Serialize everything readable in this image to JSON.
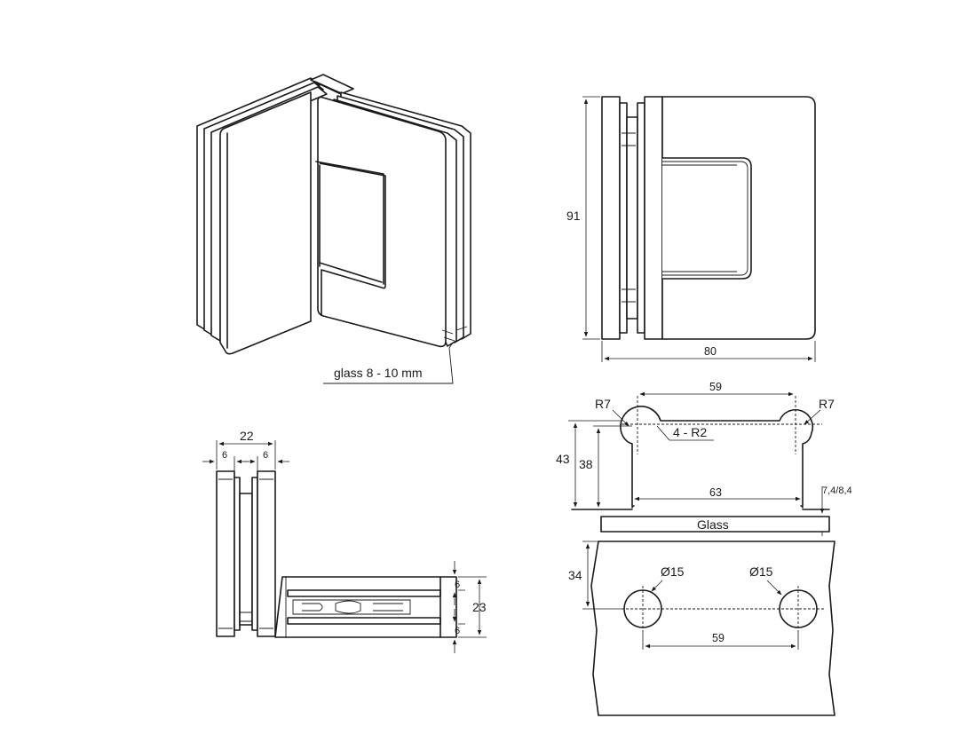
{
  "views": {
    "iso": {
      "glass_label": "glass 8 - 10 mm"
    },
    "front": {
      "height_label": "91",
      "width_label": "80"
    },
    "top": {
      "total_width_label": "22",
      "left_gap_label": "6",
      "right_gap_label": "6",
      "leg_top_label": "6",
      "leg_total_label": "23",
      "leg_bottom_label": "6"
    },
    "cutout": {
      "radius_left_label": "R7",
      "radius_right_label": "R7",
      "center_distance_label": "59",
      "corner_radius_label": "4 - R2",
      "outer_height_label": "43",
      "inner_height_label": "38",
      "inner_width_label": "63",
      "glass_thickness_label": "7,4/8,4",
      "glass_label": "Glass"
    },
    "holes": {
      "edge_offset_label": "34",
      "hole_left_label": "Ø15",
      "hole_right_label": "Ø15",
      "hole_distance_label": "59"
    }
  }
}
